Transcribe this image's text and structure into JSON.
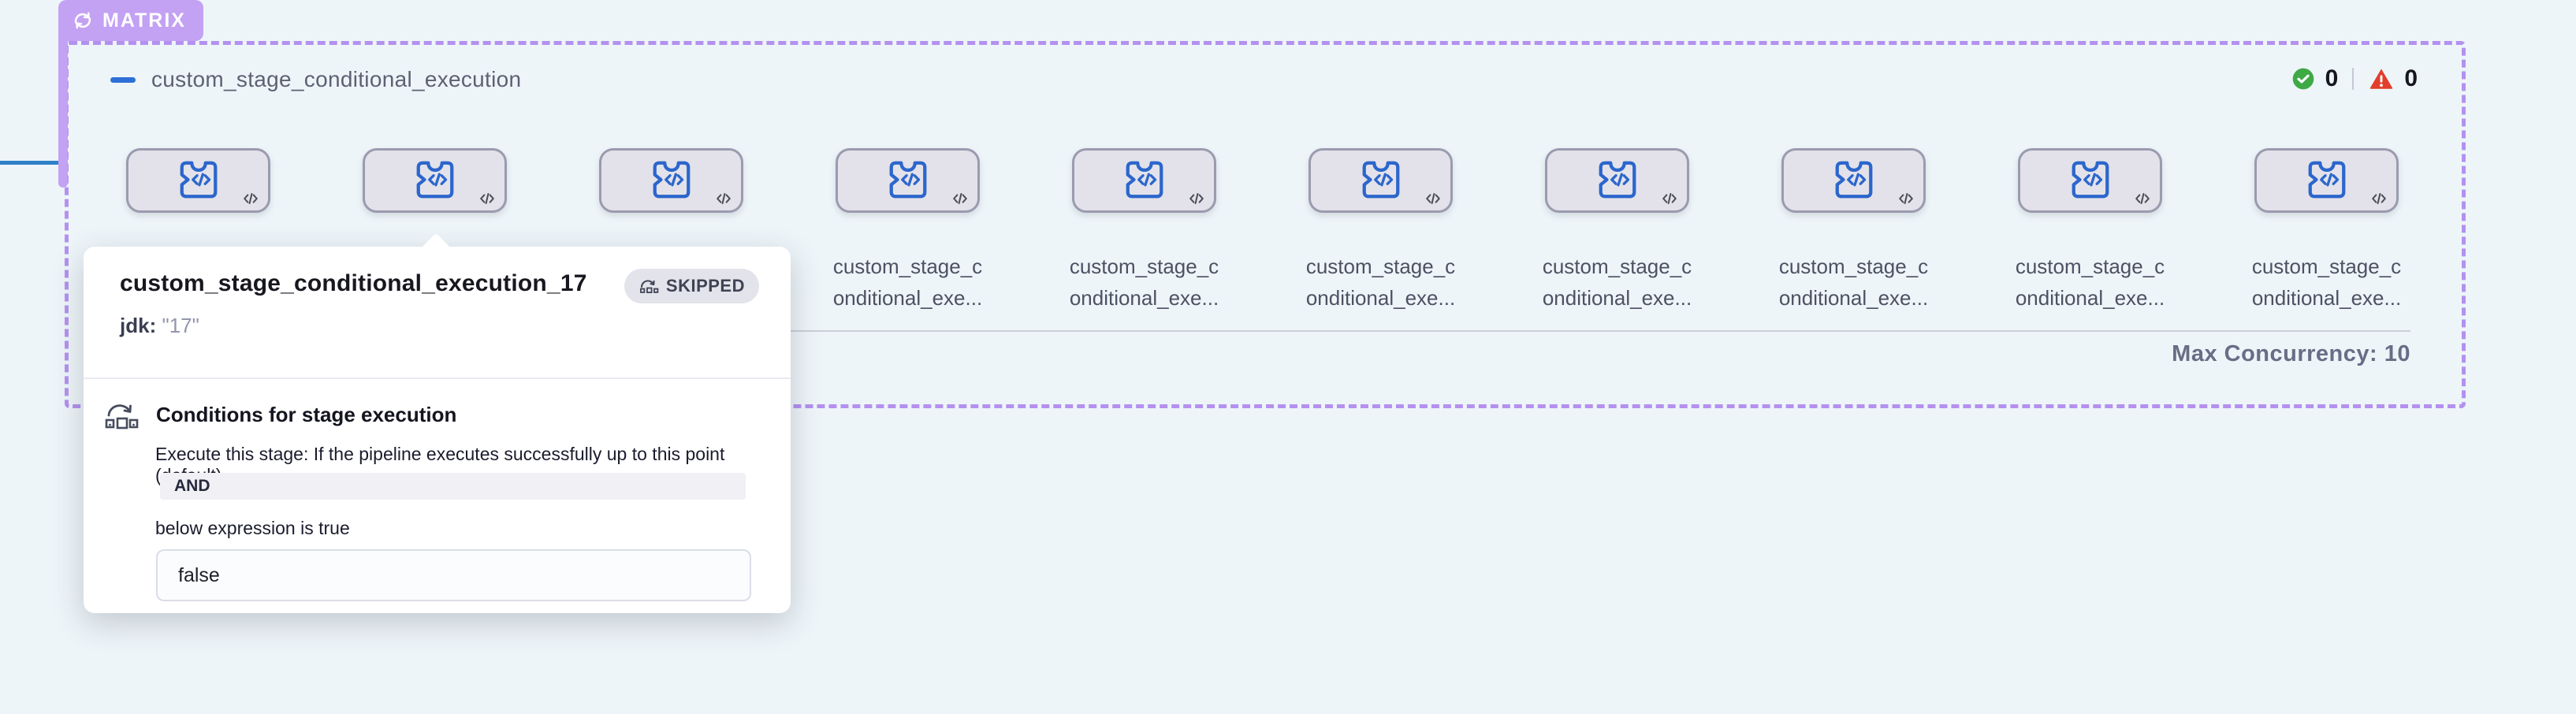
{
  "badge": {
    "label": "MATRIX",
    "icon": "loop-icon",
    "color": "#C3A1F3"
  },
  "matrix": {
    "title": "custom_stage_conditional_execution",
    "success_count": "0",
    "failed_count": "0",
    "max_concurrency_label": "Max Concurrency: 10",
    "stage_count": 10,
    "stage_label_line1": "custom_stage_c",
    "stage_label_line2": "onditional_exe...",
    "stage_type_icon": "custom-stage-icon",
    "stage_code_icon": "code-icon"
  },
  "popover": {
    "title": "custom_stage_conditional_execution_17",
    "status_label": "SKIPPED",
    "status_icon": "skip-icon",
    "var_key": "jdk:",
    "var_value": "\"17\"",
    "conditions": {
      "icon": "conditional-skip-icon",
      "heading": "Conditions for stage execution",
      "description": "Execute this stage: If the pipeline executes successfully up to this point (default)",
      "operator": "AND",
      "connector_text": "below expression is true",
      "expression": "false"
    }
  },
  "colors": {
    "background": "#EDF5F9",
    "accent_purple": "#B491EF",
    "accent_blue": "#2E6FD6",
    "success_green": "#3FA946",
    "failed_red": "#E23E2B",
    "card_fill": "#E3E2EA",
    "card_border": "#9A9BAF"
  }
}
